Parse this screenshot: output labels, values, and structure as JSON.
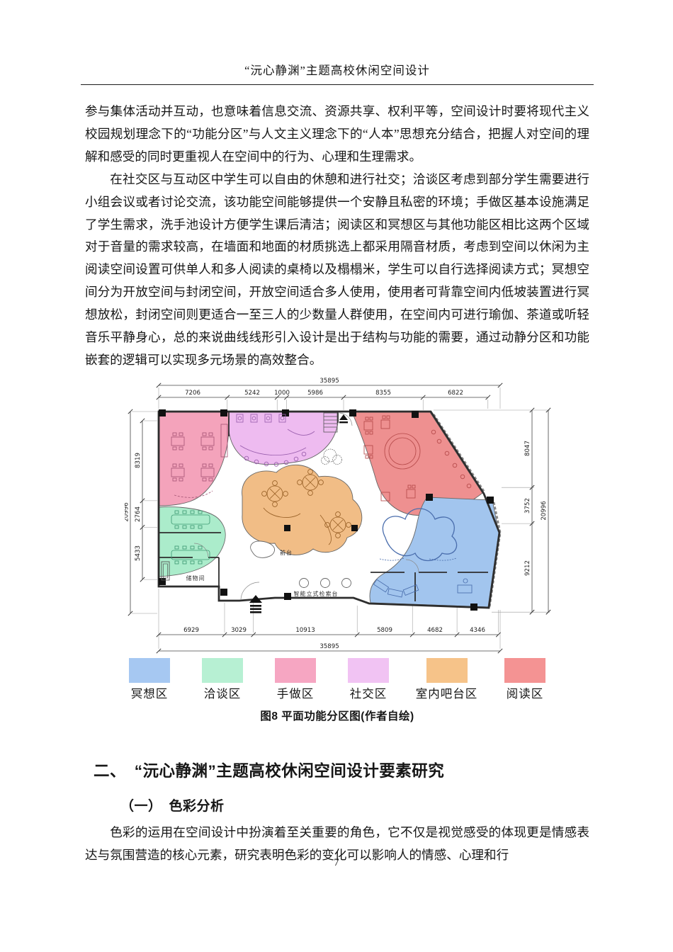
{
  "page_number": "7",
  "header": {
    "title": "“沅心静渊”主题高校休闲空间设计"
  },
  "body": {
    "paragraph1": "参与集体活动并互动，也意味着信息交流、资源共享、权利平等，空间设计时要将现代主义校园规划理念下的“功能分区”与人文主义理念下的“人本”思想充分结合，把握人对空间的理解和感受的同时更重视人在空间中的行为、心理和生理需求。",
    "paragraph2": "在社交区与互动区中学生可以自由的休憩和进行社交；洽谈区考虑到部分学生需要进行小组会议或者讨论交流，该功能空间能够提供一个安静且私密的环境；手做区基本设施满足了学生需求，洗手池设计方便学生课后清洁；阅读区和冥想区与其他功能区相比这两个区域对于音量的需求较高，在墙面和地面的材质挑选上都采用隔音材质，考虑到空间以休闲为主阅读空间设置可供单人和多人阅读的桌椅以及榻榻米，学生可以自行选择阅读方式；冥想空间分为开放空间与封闭空间，开放空间适合多人使用，使用者可背靠空间内低坡装置进行冥想放松，封闭空间则更适合一至三人的少数量人群使用，在空间内可进行瑜伽、茶道或听轻音乐平静身心，总的来说曲线线形引入设计是出于结构与功能的需要，通过动静分区和功能嵌套的逻辑可以实现多元场景的高效整合。",
    "section_heading": "二、　“沅心静渊”主题高校休闲空间设计要素研究",
    "subsection_heading": "（一）　色彩分析",
    "paragraph3": "色彩的运用在空间设计中扮演着至关重要的角色，它不仅是视觉感受的体现更是情感表达与氛围营造的核心元素，研究表明色彩的变化可以影响人的情感、心理和行"
  },
  "figure": {
    "caption": "图8 平面功能分区图(作者自绘)",
    "plan": {
      "labels": {
        "front_desk": "前台",
        "storage_room": "储物间",
        "kiosk": "智能立式检索台"
      },
      "zone_colors": {
        "handmade": "#f4a3bb",
        "social": "#eebbf0",
        "reading": "#ee9090",
        "meditation": "#a2c5ee",
        "negotiation": "#abeccb",
        "bar": "#f1bd86"
      }
    },
    "dimensions": {
      "top_total": "35895",
      "top_segments": [
        "7206",
        "5242",
        "1000",
        "5986",
        "8355",
        "6822"
      ],
      "left_total": "20996",
      "left_segments": [
        "8319",
        "2764",
        "5433"
      ],
      "right_total": "20996",
      "right_segments": [
        "8047",
        "3752",
        "9212"
      ],
      "bottom_total": "35895",
      "bottom_segments": [
        "6929",
        "3029",
        "10913",
        "5809",
        "4682",
        "4346"
      ]
    },
    "legend": {
      "items": [
        {
          "label": "冥想区",
          "color": "#a6c8f2"
        },
        {
          "label": "洽谈区",
          "color": "#b7f0d3"
        },
        {
          "label": "手做区",
          "color": "#f6a6c2"
        },
        {
          "label": "社交区",
          "color": "#f1c3f3"
        },
        {
          "label": "室内吧台区",
          "color": "#f6c389"
        },
        {
          "label": "阅读区",
          "color": "#f49393"
        }
      ]
    }
  }
}
